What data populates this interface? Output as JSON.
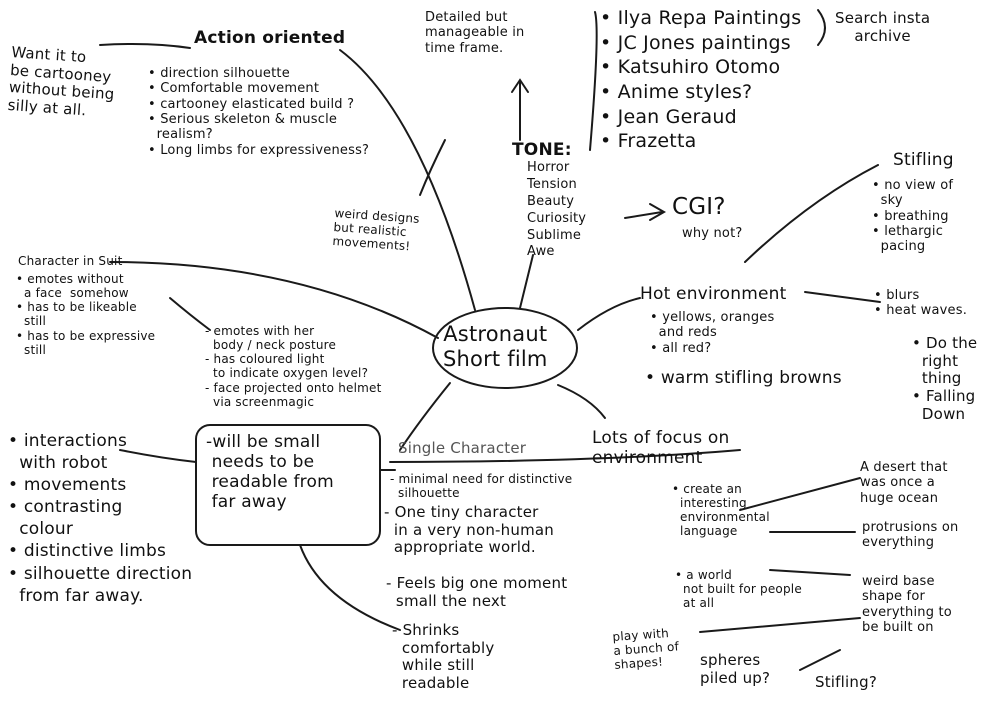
{
  "center": "Astronaut\nShort film",
  "action": {
    "title": "Action oriented",
    "items": "• direction silhouette\n• Comfortable movement\n• cartooney elasticated build ?\n• Serious skeleton & muscle\n  realism?\n• Long limbs for expressiveness?"
  },
  "cartoon_note": "Want it to\nbe cartooney\nwithout being\nsilly at all.",
  "weird_designs": "weird designs\nbut realistic\nmovements!",
  "detailed_note": "Detailed but\nmanageable in\ntime frame.",
  "references": {
    "items": "• Ilya Repa Paintings\n• JC Jones paintings\n• Katsuhiro Otomo\n• Anime styles?\n• Jean Geraud\n• Frazetta",
    "search_note": "Search insta\narchive"
  },
  "tone": {
    "title": "TONE:",
    "words": "Horror\nTension\nBeauty\nCuriosity\nSublime\nAwe",
    "cgi": "CGI?",
    "why_not": "why not?"
  },
  "stifling": {
    "title": "Stifling",
    "items": "• no view of\n  sky\n• breathing\n• lethargic\n  pacing"
  },
  "hot_env": {
    "title": "Hot environment",
    "items": "• yellows, oranges\n  and reds\n• all red?",
    "warm": "• warm stifling browns"
  },
  "blurs": "• blurs\n• heat waves.",
  "do_right": "• Do the\n  right\n  thing\n• Falling\n  Down",
  "suit": {
    "title": "Character in Suit",
    "items": "• emotes without\n  a face  somehow\n• has to be likeable\n  still\n• has to be expressive\n  still"
  },
  "emotes": "- emotes with her\n  body / neck posture\n- has coloured light\n  to indicate oxygen level?\n- face projected onto helmet\n  via screenmagic",
  "left_list": "• interactions\n  with robot\n• movements\n• contrasting\n  colour\n• distinctive limbs\n• silhouette direction\n  from far away.",
  "box": "-will be small\n needs to be\n readable from\n far away",
  "single": {
    "title": "Single Character",
    "minimal": "- minimal need for distinctive\n  silhouette",
    "tiny": "- One tiny character\n  in a very non-human\n  appropriate world.",
    "feels": "- Feels big one moment\n  small the next"
  },
  "shrinks": "- Shrinks\n  comfortably\n  while still\n  readable",
  "lots": "Lots of focus on\nenvironment",
  "create": "• create an\n  interesting\n  environmental\n  language",
  "aworld": "• a world\n  not built for people\n  at all",
  "desert": "A desert that\nwas once a\nhuge ocean",
  "protrusions": "protrusions on\neverything",
  "weird_base": "weird base\nshape for\neverything to\nbe built on",
  "play": "play with\na bunch of\nshapes!",
  "spheres": "spheres\npiled up?",
  "stifling_q": "Stifling?"
}
